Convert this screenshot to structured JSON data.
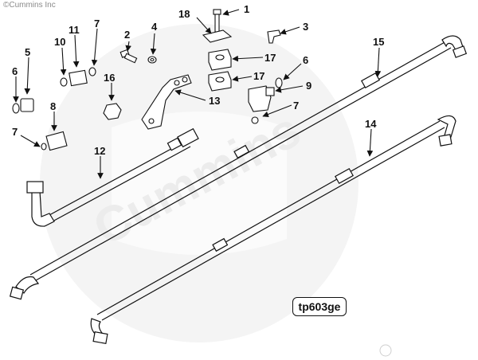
{
  "copyright": "©Cummins Inc",
  "figure_id": "tp603ge",
  "callouts": {
    "c1": "1",
    "c2": "2",
    "c3": "3",
    "c4": "4",
    "c5": "5",
    "c6a": "6",
    "c6b": "6",
    "c7a": "7",
    "c7b": "7",
    "c7c": "7",
    "c8": "8",
    "c9": "9",
    "c10": "10",
    "c11": "11",
    "c12": "12",
    "c13": "13",
    "c14": "14",
    "c15": "15",
    "c16": "16",
    "c17a": "17",
    "c17b": "17",
    "c18": "18"
  },
  "watermark": "Cummins",
  "colors": {
    "line": "#111111",
    "watermark": "#f2f2f2"
  }
}
